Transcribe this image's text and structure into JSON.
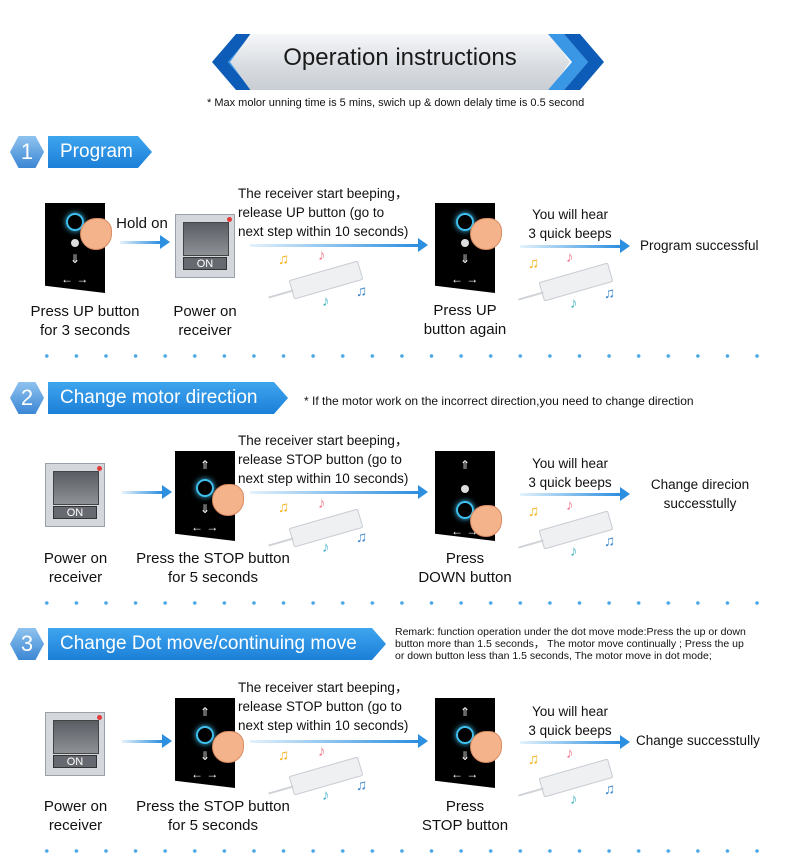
{
  "header": {
    "title": "Operation instructions",
    "note": "* Max molor unning time is 5 mins, swich up & down delaly time is 0.5 second"
  },
  "icons": [
    "remote-control-icon",
    "receiver-power-switch-icon",
    "motor-controller-icon",
    "music-note-icon",
    "pressing-finger-icon",
    "arrow-right-icon"
  ],
  "colors": {
    "accent": "#2d8fe0",
    "tag_fill": "#1c7fd8",
    "dot": "#4aa8e6"
  },
  "sections": [
    {
      "number": "1",
      "title": "Program",
      "labels": {
        "press_up": "Press UP button for 3 seconds",
        "press_up_1": "Press UP button",
        "press_up_2": "for 3 seconds",
        "hold_on": "Hold on",
        "power_1": "Power on",
        "power_2": "receiver",
        "beep_1": "The receiver start beeping，",
        "beep_2": "release UP button (go to",
        "beep_3": "next step within 10 seconds)",
        "press_again_1": "Press UP",
        "press_again_2": "button again",
        "hear_1": "You will hear",
        "hear_2": "3 quick beeps",
        "result": "Program successful",
        "on_label": "ON"
      }
    },
    {
      "number": "2",
      "title": "Change motor direction",
      "note": "* If the motor work on the incorrect direction,you need to change direction",
      "labels": {
        "power_1": "Power on",
        "power_2": "receiver",
        "stop_1": "Press the STOP button",
        "stop_2": "for 5 seconds",
        "beep_1": "The receiver start beeping，",
        "beep_2": "release STOP button (go to",
        "beep_3": "next step within 10 seconds)",
        "press_1": "Press",
        "press_2": "DOWN button",
        "hear_1": "You will hear",
        "hear_2": "3 quick beeps",
        "result_1": "Change direcion",
        "result_2": "successtully",
        "on_label": "ON"
      }
    },
    {
      "number": "3",
      "title": "Change Dot move/continuing move",
      "remark_1": "Remark: function operation under the dot move mode:Press the up or down",
      "remark_2": "button more than 1.5 seconds， The motor move continually ; Press the up",
      "remark_3": "or down button less than 1.5 seconds, The motor move in dot mode;",
      "labels": {
        "power_1": "Power on",
        "power_2": "receiver",
        "stop_1": "Press the STOP button",
        "stop_2": "for 5 seconds",
        "beep_1": "The receiver start beeping，",
        "beep_2": "release STOP button (go to",
        "beep_3": "next step within 10 seconds)",
        "press_1": "Press",
        "press_2": "STOP button",
        "hear_1": "You will hear",
        "hear_2": "3 quick beeps",
        "result": "Change successtully",
        "on_label": "ON"
      }
    }
  ]
}
